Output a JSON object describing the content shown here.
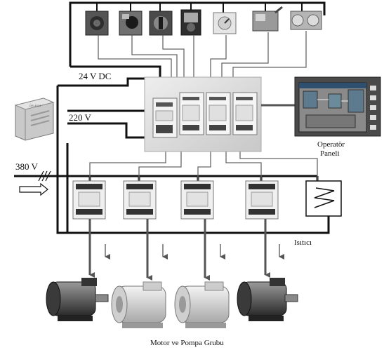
{
  "labels": {
    "dc_24": "24 V DC",
    "ac_220": "220 V",
    "ac_380": "380 V",
    "operator_panel_line1": "Operatör",
    "operator_panel_line2": "Paneli",
    "heater": "Isıtıcı",
    "motor_pump_group": "Motor ve Pompa Grubu"
  },
  "device_labels": {
    "power_supply_plate": "DR-4524"
  },
  "components": {
    "pilot_devices": [
      "emergency-stop-button",
      "push-button",
      "selector-switch",
      "key-switch",
      "potentiometer",
      "limit-switch",
      "proximity-sensor"
    ],
    "contactors": 4,
    "motors": 4
  },
  "colors": {
    "wire": "#111111",
    "signal_wire": "#777777",
    "plc_background": "#d9d9d9",
    "panel_screen": "#3a3a3a"
  }
}
